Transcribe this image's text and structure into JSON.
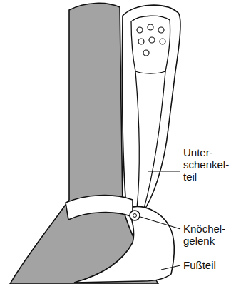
{
  "diagram": {
    "labels": [
      "Unter- schenkel- teil",
      "Knöchel- gelenk",
      "Fußteil"
    ]
  }
}
